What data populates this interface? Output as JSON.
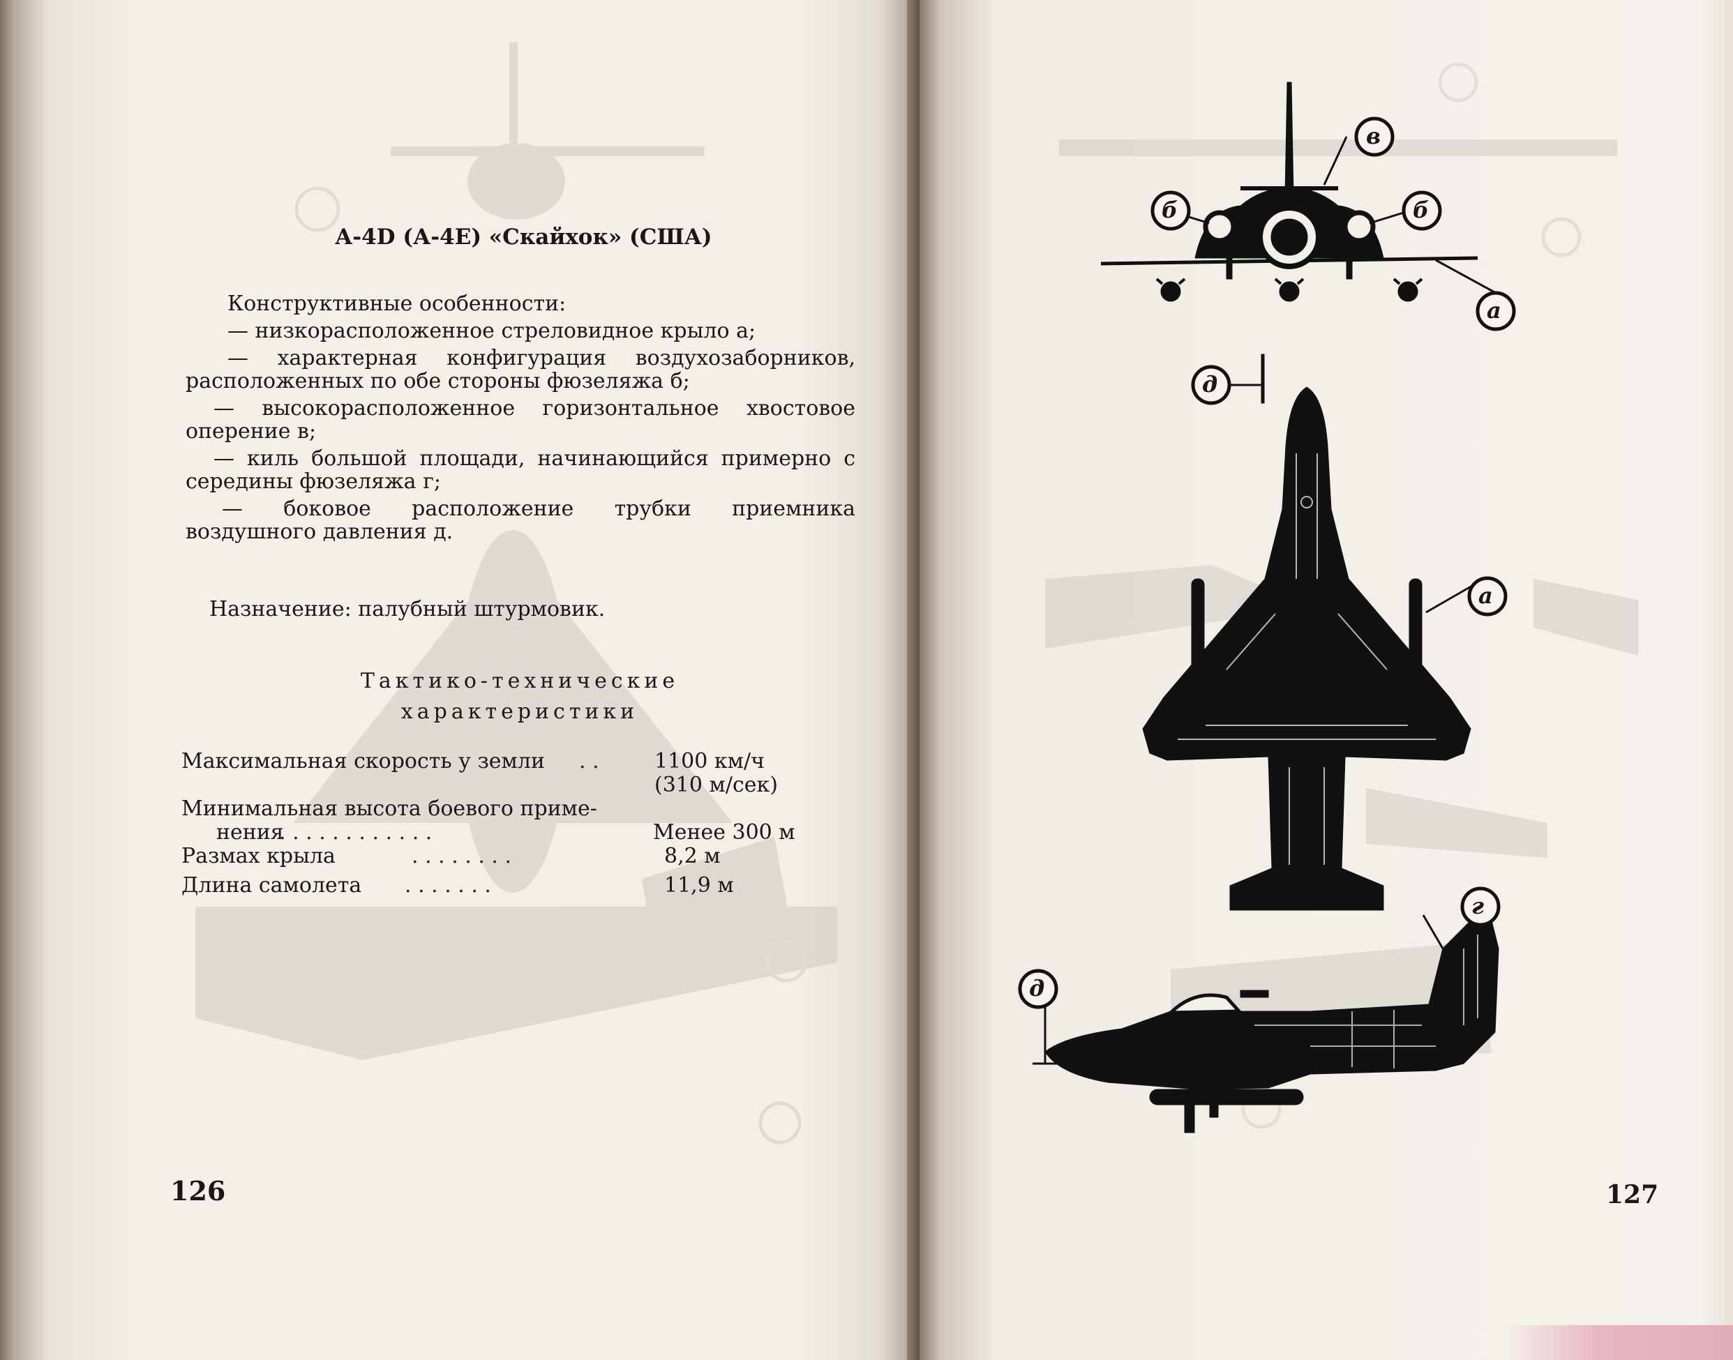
{
  "left_page": {
    "title": "А-4D (А-4Е) «Скайхок» (США)",
    "features_heading": "Конструктивные особенности:",
    "features": [
      "— низкорасположенное стреловидное крыло а;",
      "— характерная конфигурация воздухозаборников, расположенных по обе стороны фюзеляжа б;",
      "— высокорасположенное горизонтальное хвостовое оперение в;",
      "— киль большой площади, начинающийся примерно с середины фюзеляжа г;",
      "— боковое расположение трубки приемника воздушного давления д."
    ],
    "purpose": "Назначение: палубный штурмовик.",
    "specs_title_line1": "Тактико-технические",
    "specs_title_line2": "характеристики",
    "specs": [
      {
        "name": "Максимальная скорость у земли",
        "dots": " . . ",
        "value": "1100 км/ч",
        "value2": "(310 м/сек)"
      },
      {
        "name": "Минимальная высота боевого приме-",
        "name2": "нения",
        "dots": " . . . . . . . . . . . . ",
        "value": "Менее 300 м"
      },
      {
        "name": "Размах крыла",
        "dots": " . . . . . . . . ",
        "value": "8,2 м"
      },
      {
        "name": "Длина самолета",
        "dots": " . . . . . . . ",
        "value": "11,9 м"
      }
    ],
    "page_number": "126"
  },
  "right_page": {
    "callouts": {
      "a": "а",
      "b": "б",
      "v": "в",
      "g": "г",
      "d": "д"
    },
    "page_number": "127"
  },
  "colors": {
    "paper": "#f1ede7",
    "ink": "#1a1714",
    "silhouette": "#111111",
    "bleed_through": "#c9c3bd",
    "gutter": "#5f5446",
    "edge_pink": "#e2acba"
  }
}
